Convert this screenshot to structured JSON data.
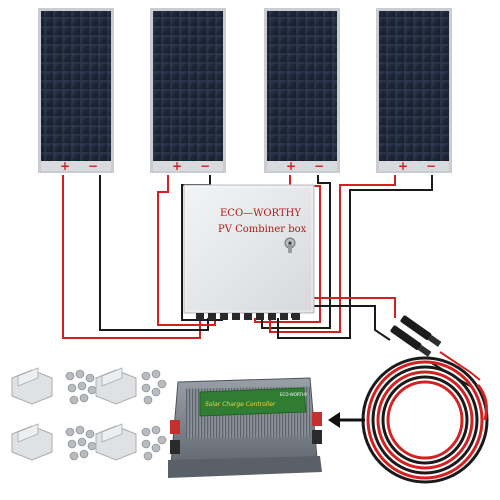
{
  "combiner_box": {
    "brand": "ECO—WORTHY",
    "title": "PV Combiner box"
  },
  "controller": {
    "label": "Solar Charge Controller",
    "brand_small": "ECO-WORTHY"
  },
  "panels": [
    {
      "positive": "+",
      "negative": "−"
    },
    {
      "positive": "+",
      "negative": "−"
    },
    {
      "positive": "+",
      "negative": "−"
    },
    {
      "positive": "+",
      "negative": "−"
    }
  ],
  "colors": {
    "panel_cell": "#1f2a3a",
    "panel_frame": "#c9ccd0",
    "wire_red": "#d42020",
    "wire_black": "#1a1a1a",
    "box_body": "#e9eaec",
    "controller_body": "#7a8088",
    "controller_green": "#2f7d32"
  }
}
